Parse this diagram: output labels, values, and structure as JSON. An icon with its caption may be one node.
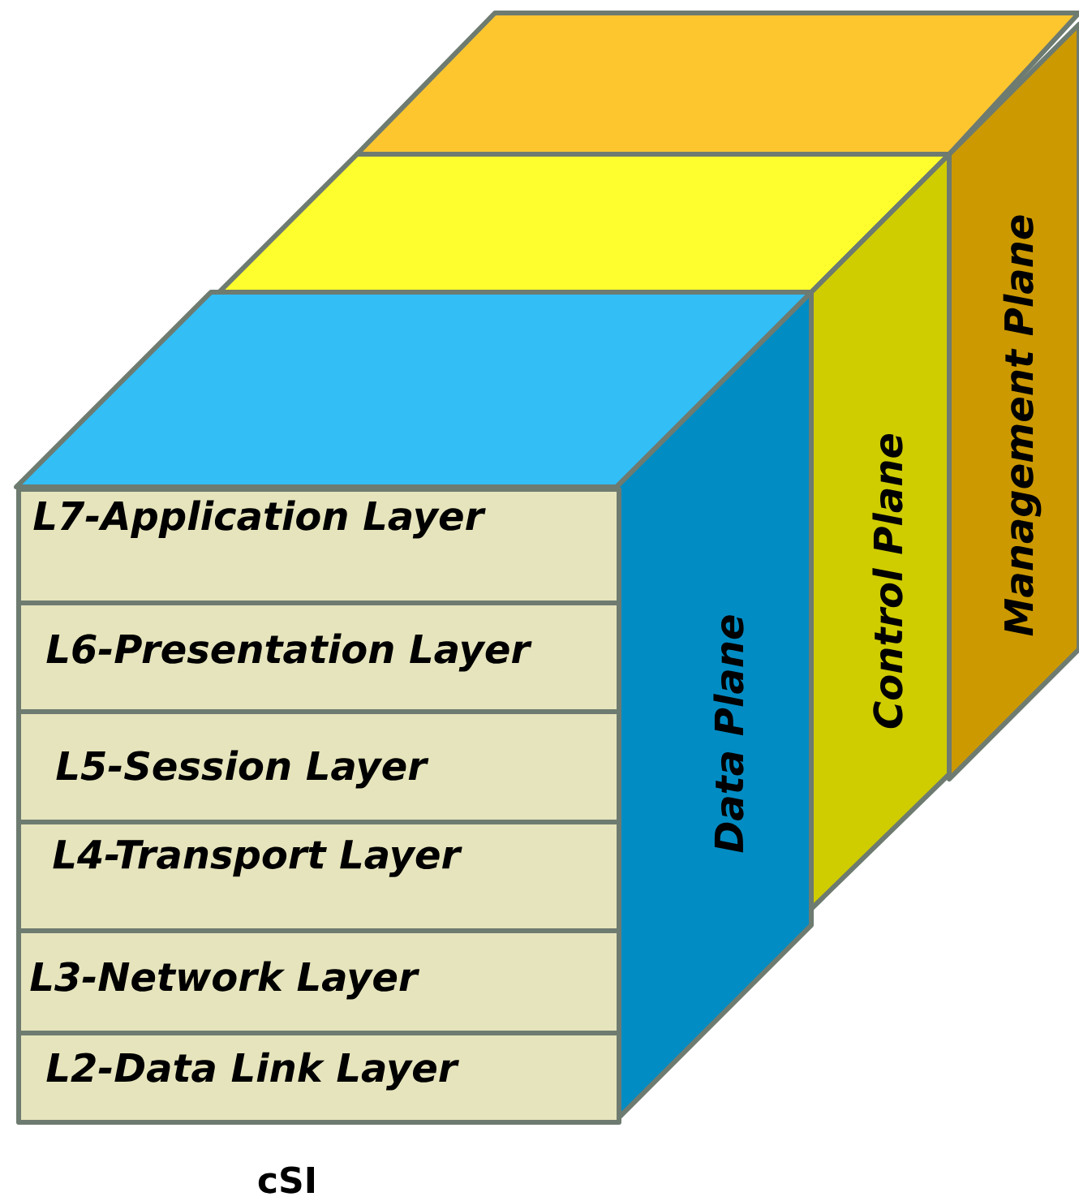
{
  "diagram": {
    "caption": "cSI",
    "nodes": [
      {
        "text": [
          "L7-Application Layer"
        ]
      },
      {
        "text": [
          "L6-Presentation Layer"
        ]
      },
      {
        "text": [
          "L5-Session Layer"
        ]
      },
      {
        "text": [
          "L4-Transport Layer"
        ]
      },
      {
        "text": [
          "L3-Network Layer"
        ]
      },
      {
        "text": [
          "L2-Data Link Layer"
        ]
      },
      {
        "text": [
          "Data Plane"
        ]
      },
      {
        "text": [
          "Control Plane"
        ]
      },
      {
        "text": [
          "Management Plane"
        ]
      }
    ]
  }
}
